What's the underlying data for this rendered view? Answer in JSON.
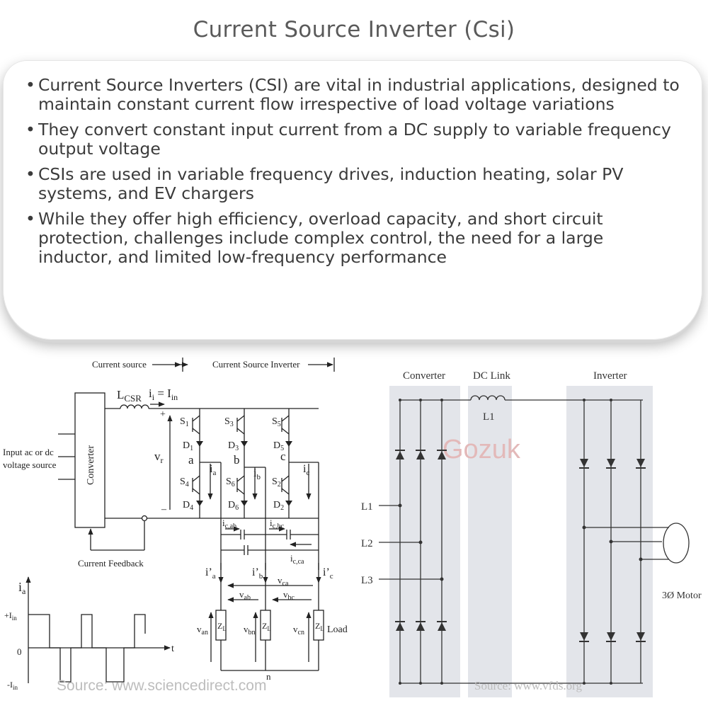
{
  "title": "Current Source Inverter (Csi)",
  "bullets": [
    "Current Source Inverters (CSI) are vital in industrial applications, designed to maintain constant current flow irrespective of load voltage variations",
    "They convert constant input current from a DC supply to variable frequency output voltage",
    "CSIs are used in variable frequency drives, induction heating, solar PV systems, and EV chargers",
    "While they offer high efficiency, overload capacity, and short circuit protection, challenges include complex control, the need for a large inductor, and limited low-frequency performance"
  ],
  "left_diagram": {
    "current_source_label": "Current source",
    "csi_label": "Current Source Inverter",
    "inductor_label": "L",
    "inductor_sub": "CSR",
    "current_eq": "i",
    "current_eq_sub": "i",
    "current_eq_rhs": " = I",
    "current_eq_rhs_sub": "in",
    "input_label_1": "Input ac or dc",
    "input_label_2": "voltage source",
    "converter_label": "Converter",
    "feedback_label": "Current Feedback",
    "vr_label": "v",
    "vr_sub": "r",
    "plus": "+",
    "minus": "–",
    "switches": [
      {
        "name": "S",
        "sub": "1"
      },
      {
        "name": "S",
        "sub": "3"
      },
      {
        "name": "S",
        "sub": "5"
      },
      {
        "name": "S",
        "sub": "4"
      },
      {
        "name": "S",
        "sub": "6"
      },
      {
        "name": "S",
        "sub": "2"
      }
    ],
    "diodes": [
      {
        "name": "D",
        "sub": "1"
      },
      {
        "name": "D",
        "sub": "3"
      },
      {
        "name": "D",
        "sub": "5"
      },
      {
        "name": "D",
        "sub": "4"
      },
      {
        "name": "D",
        "sub": "6"
      },
      {
        "name": "D",
        "sub": "2"
      }
    ],
    "nodes": [
      "a",
      "b",
      "c"
    ],
    "phase_currents": [
      {
        "name": "i",
        "sub": "a"
      },
      {
        "name": "i",
        "sub": "b"
      },
      {
        "name": "i",
        "sub": "c"
      }
    ],
    "cap_currents": [
      {
        "name": "i",
        "sub": "c,ab"
      },
      {
        "name": "i",
        "sub": "c,bc"
      },
      {
        "name": "i",
        "sub": "c,ca"
      }
    ],
    "load_currents": [
      {
        "name": "i’",
        "sub": "a"
      },
      {
        "name": "i’",
        "sub": "b"
      },
      {
        "name": "i’",
        "sub": "c"
      }
    ],
    "line_voltages": [
      {
        "name": "v",
        "sub": "ca"
      },
      {
        "name": "v",
        "sub": "ab"
      },
      {
        "name": "v",
        "sub": "bc"
      }
    ],
    "phase_voltages": [
      {
        "name": "v",
        "sub": "an"
      },
      {
        "name": "v",
        "sub": "bn"
      },
      {
        "name": "v",
        "sub": "cn"
      }
    ],
    "impedance": {
      "name": "Z",
      "sub": "L"
    },
    "load_label": "Load",
    "neutral_label": "n"
  },
  "waveform": {
    "y_label": "i",
    "y_sub": "a",
    "pos_label": "+I",
    "pos_sub": "in",
    "zero_label": "0",
    "neg_label": "-I",
    "neg_sub": "in",
    "x_label": "t"
  },
  "right_diagram": {
    "converter_label": "Converter",
    "dclink_label": "DC Link",
    "inverter_label": "Inverter",
    "inductor_label": "L1",
    "inputs": [
      "L1",
      "L2",
      "L3"
    ],
    "motor_label": "3Ø Motor",
    "watermark": "Gozuk"
  },
  "sources": {
    "left": "Source: www.sciencedirect.com",
    "right": "Source: www.vfds.org"
  },
  "colors": {
    "title": "#5a5a5a",
    "text": "#3b3b3b",
    "panel": "#e3e5ea",
    "watermark": "#e3b9b9",
    "line": "#2b2b2b"
  }
}
